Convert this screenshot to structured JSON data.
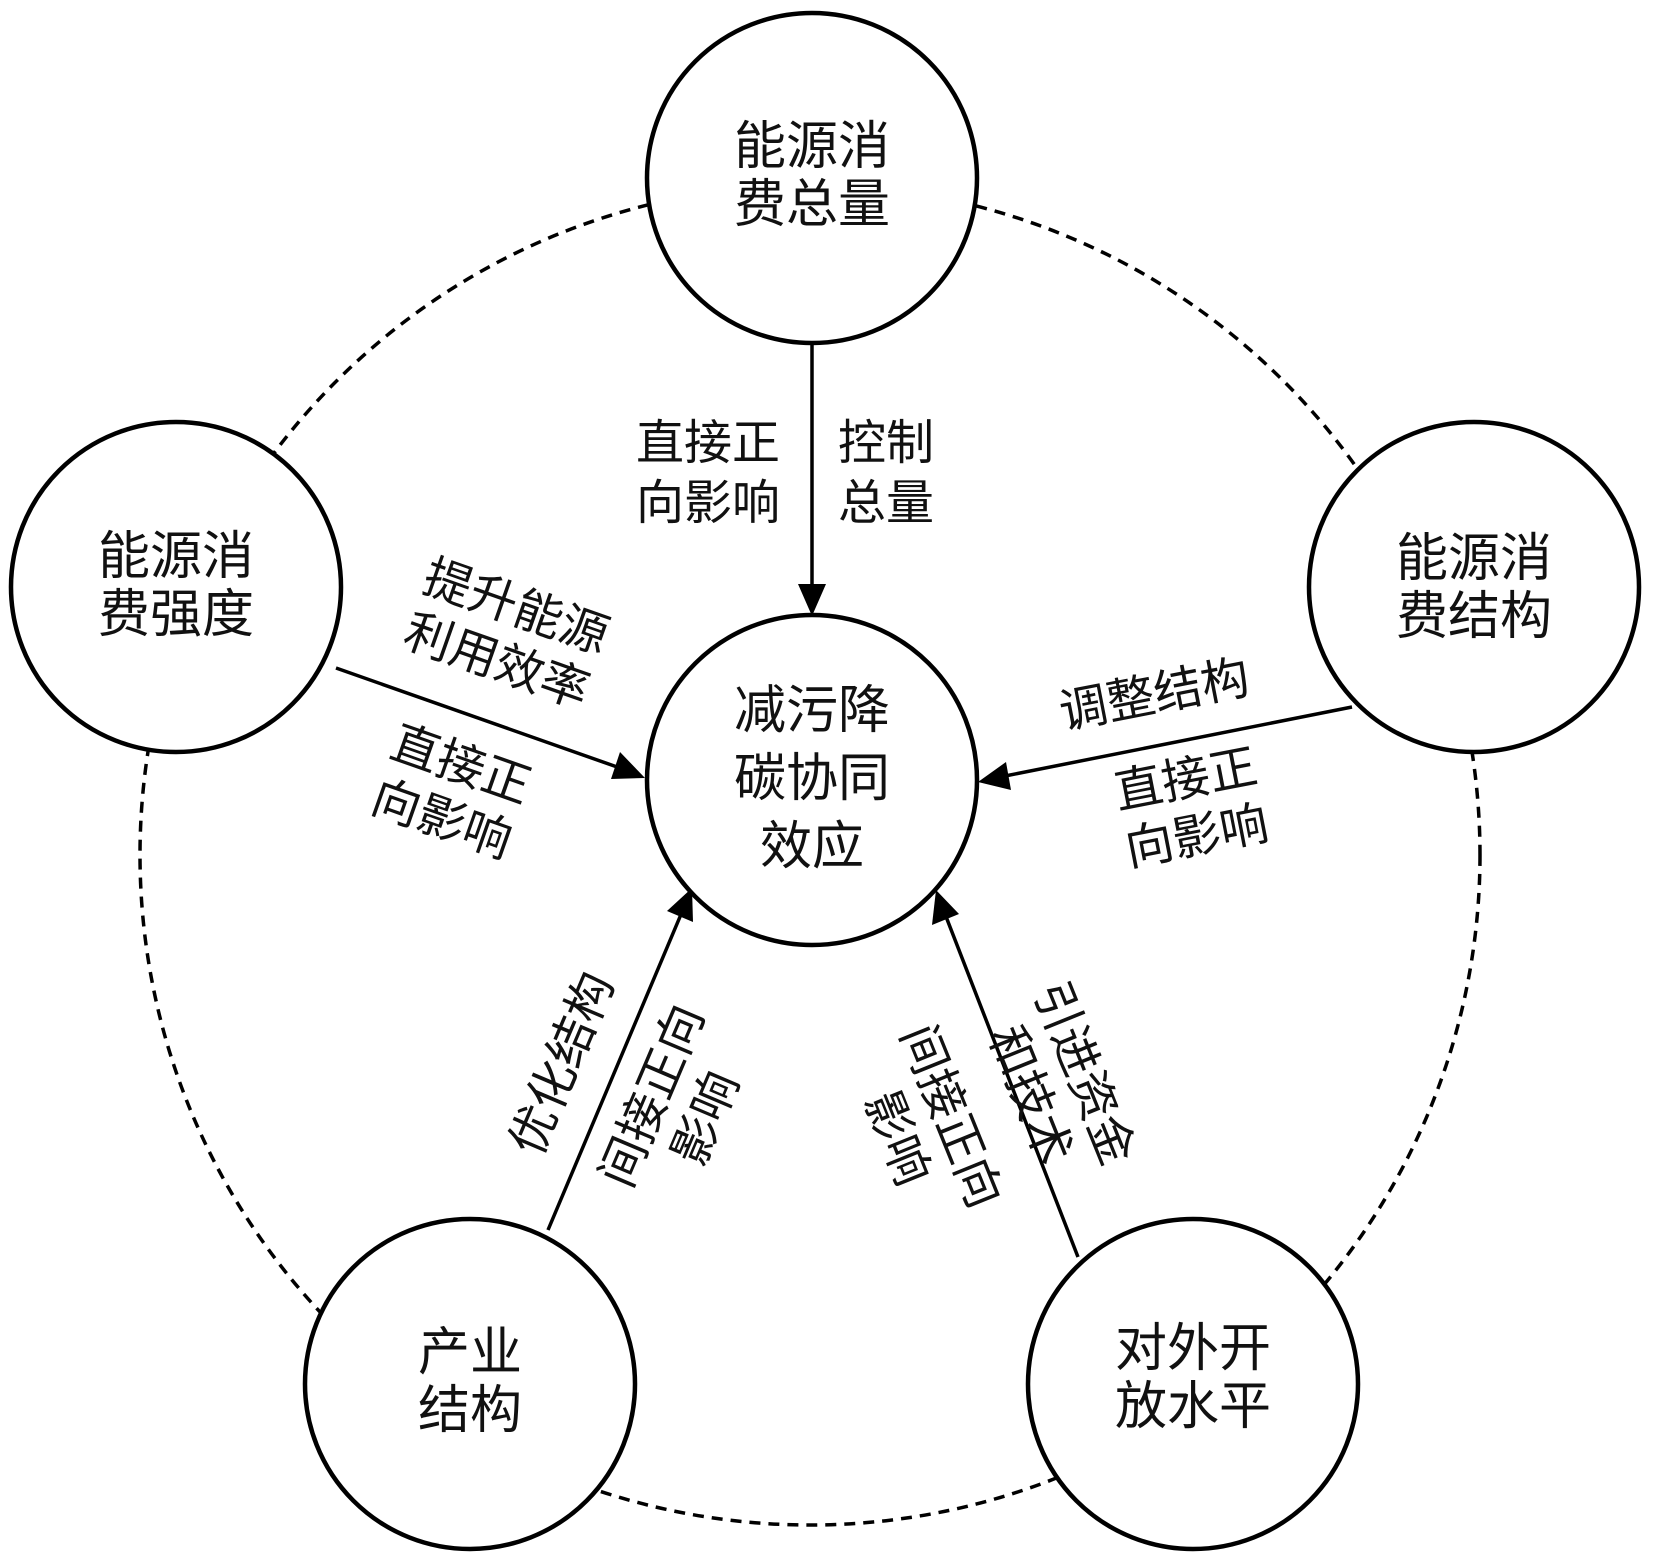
{
  "nodes": {
    "center": {
      "lines": [
        "减污降",
        "碳协同",
        "效应"
      ]
    },
    "top": {
      "lines": [
        "能源消",
        "费总量"
      ]
    },
    "left": {
      "lines": [
        "能源消",
        "费强度"
      ]
    },
    "right": {
      "lines": [
        "能源消",
        "费结构"
      ]
    },
    "bottom_left": {
      "lines": [
        "产业",
        "结构"
      ]
    },
    "bottom_right": {
      "lines": [
        "对外开",
        "放水平"
      ]
    }
  },
  "edges": {
    "top": {
      "left_label": [
        "直接正",
        "向影响"
      ],
      "right_label": [
        "控制",
        "总量"
      ]
    },
    "left": {
      "upper_label": [
        "提升能源",
        "利用效率"
      ],
      "lower_label": [
        "直接正",
        "向影响"
      ]
    },
    "right": {
      "upper_label": [
        "调整结构"
      ],
      "lower_label": [
        "直接正",
        "向影响"
      ]
    },
    "bottom_left": {
      "outer_label": [
        "优化结构"
      ],
      "inner_label": [
        "间接正向",
        "影响"
      ]
    },
    "bottom_right": {
      "outer_label": [
        "引进资金",
        "和技术"
      ],
      "inner_label": [
        "间接正向",
        "影响"
      ]
    }
  }
}
